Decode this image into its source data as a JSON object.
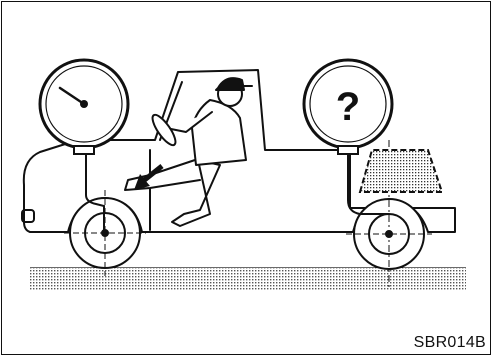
{
  "figure": {
    "code": "SBR014B",
    "gauges": [
      {
        "name": "front-brake-pressure-gauge",
        "symbol": ""
      },
      {
        "name": "rear-brake-pressure-gauge",
        "symbol": "?"
      }
    ],
    "colors": {
      "ink": "#111111",
      "ground": "#bdbdbd",
      "background": "#ffffff"
    }
  }
}
